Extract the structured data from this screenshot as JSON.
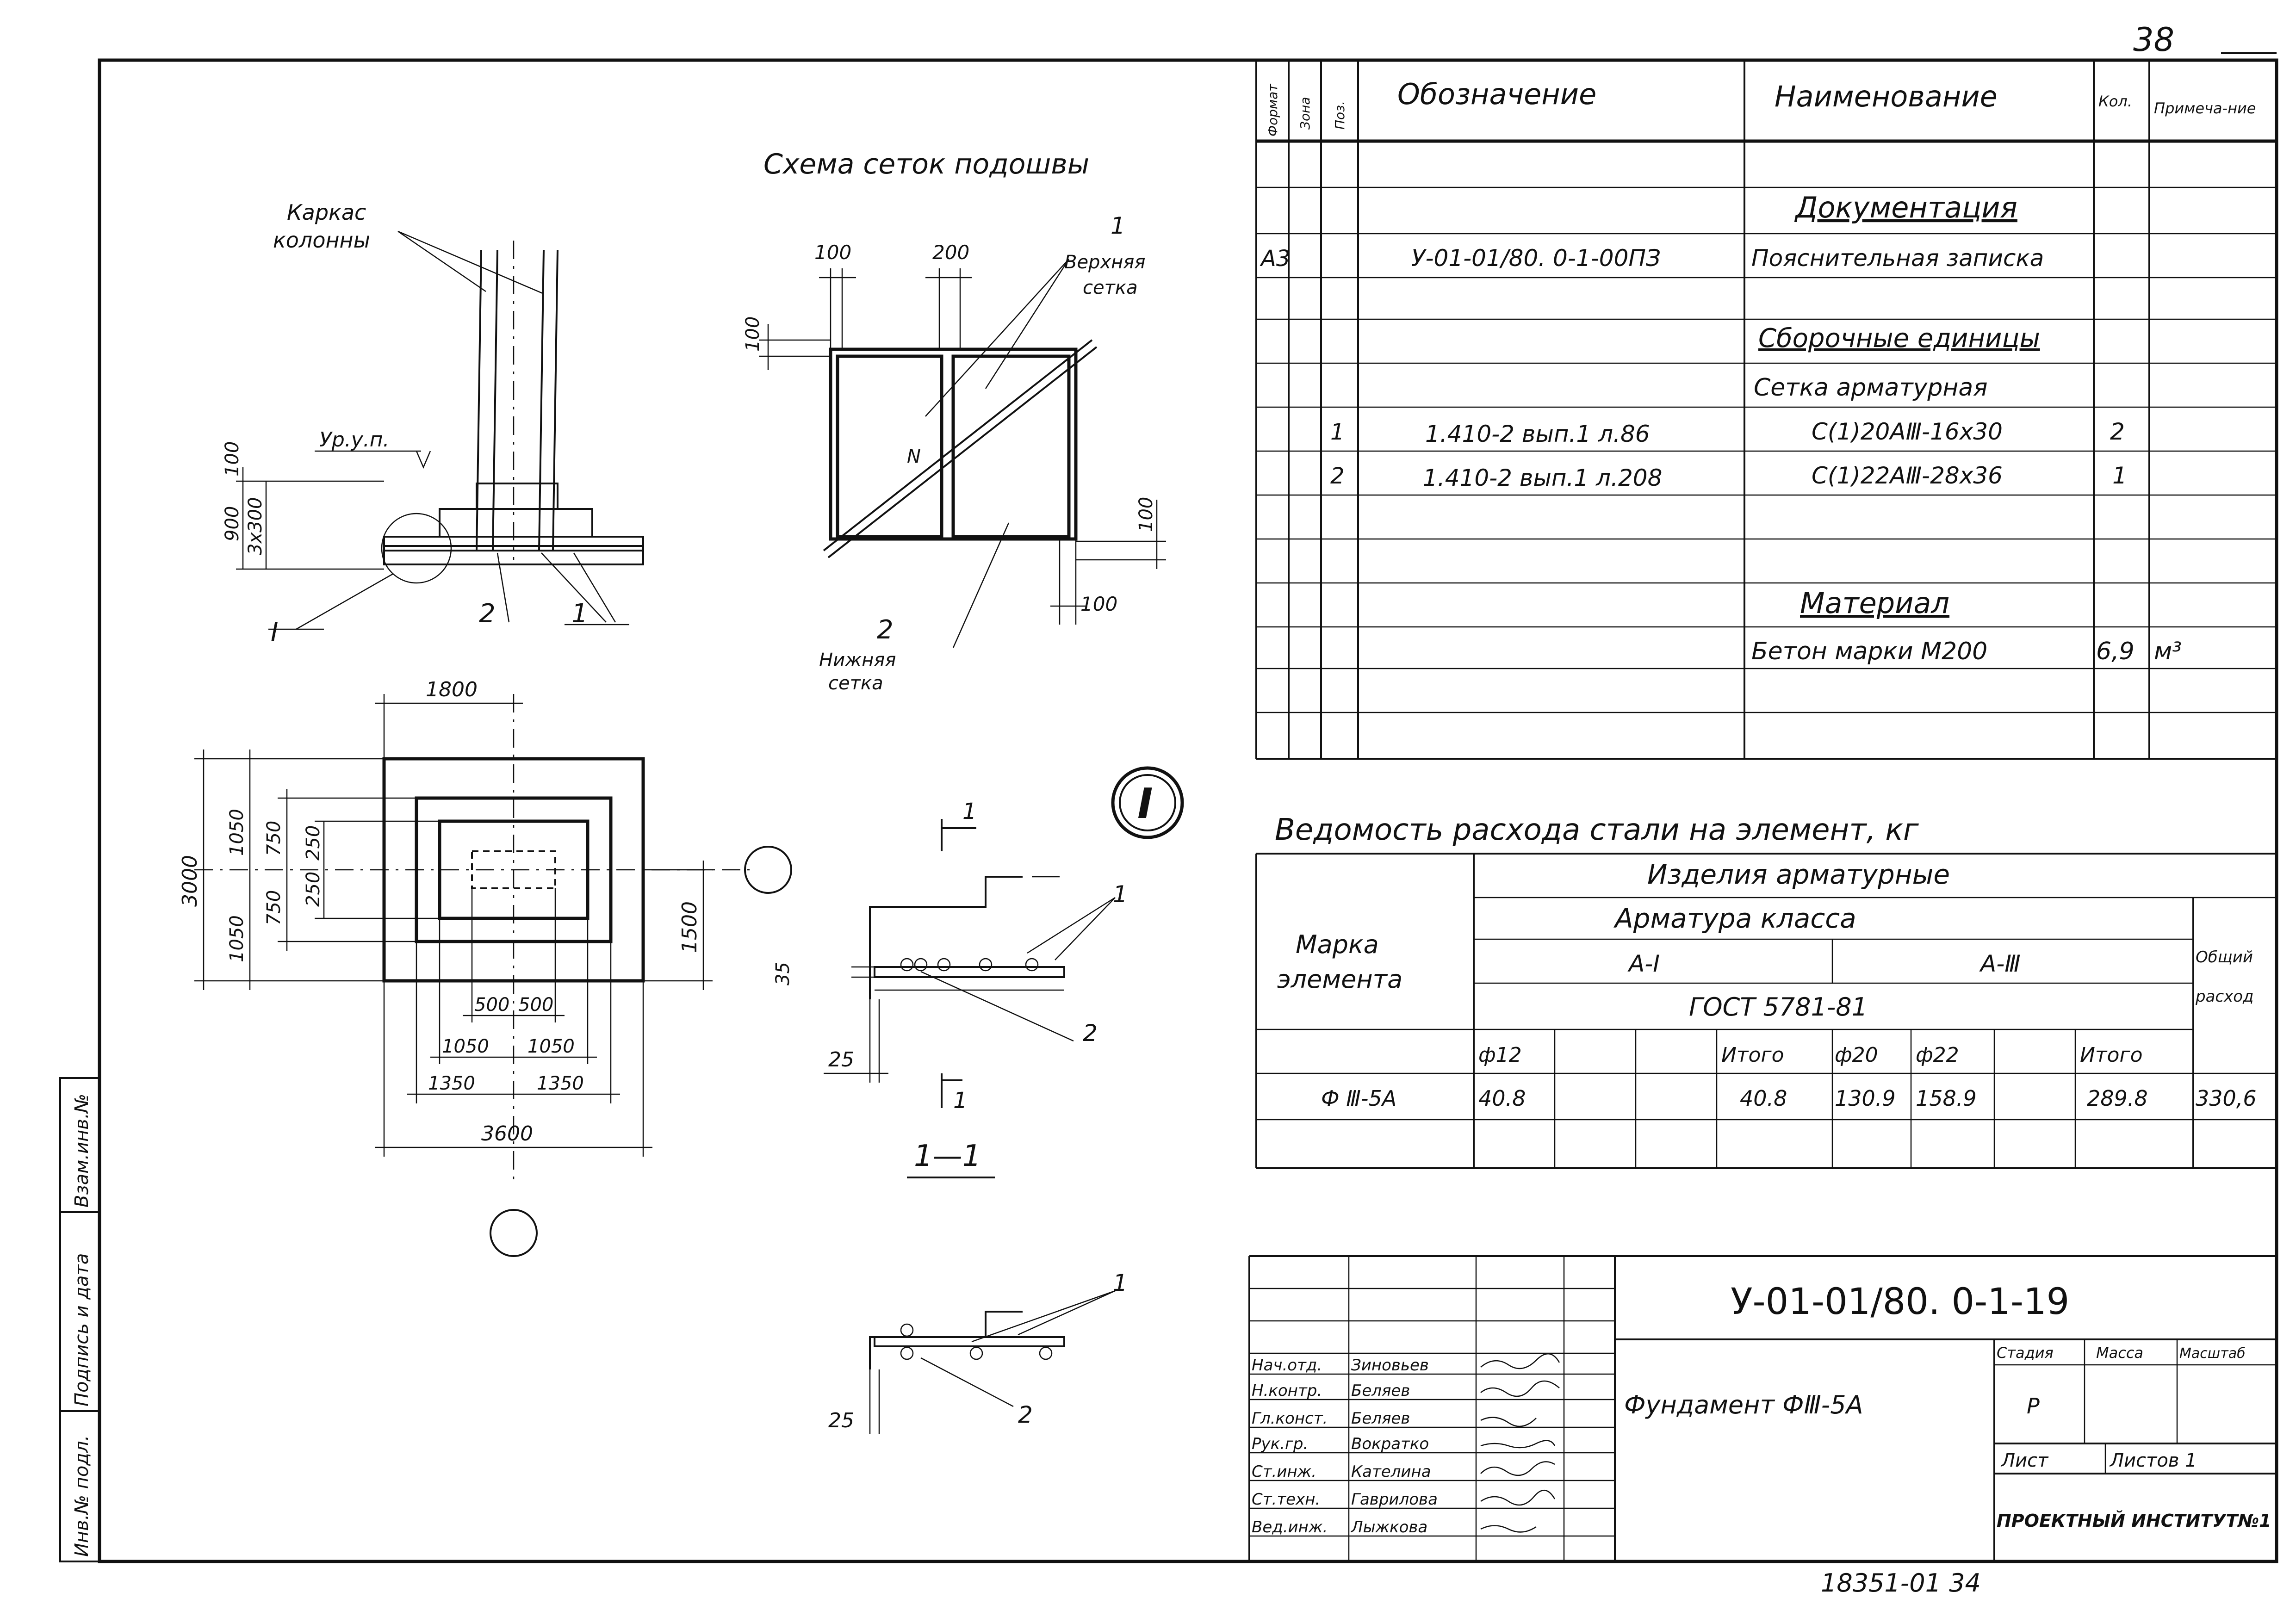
{
  "corner": {
    "sheet_number": "38"
  },
  "plan_title": "Схема сеток подошвы",
  "elevation": {
    "label_frame": "Каркас",
    "label_frame2": "колонны",
    "level_label": "Ур.у.п.",
    "dim_900": "900",
    "dim_100": "100",
    "dim_3x300": "3x300",
    "callout_I": "I",
    "pos_2": "2",
    "pos_1": "1"
  },
  "mesh_scheme": {
    "dim_100_top": "100",
    "dim_200": "200",
    "dim_100_left": "100",
    "dim_100_right": "100",
    "dim_100_bottom": "100",
    "pos_1": "1",
    "upper_mesh_1": "Верхняя",
    "upper_mesh_2": "сетка",
    "pos_2": "2",
    "lower_mesh_1": "Нижняя",
    "lower_mesh_2": "сетка",
    "center_mark": "N"
  },
  "plan": {
    "dim_1800": "1800",
    "dim_3000": "3000",
    "dim_1050a": "1050",
    "dim_1050b": "1050",
    "dim_750a": "750",
    "dim_750b": "750",
    "dim_250a": "250",
    "dim_250b": "250",
    "dim_1500": "1500",
    "dim_500a": "500",
    "dim_500b": "500",
    "dim_1050c": "1050",
    "dim_1050d": "1050",
    "dim_1350a": "1350",
    "dim_1350b": "1350",
    "dim_3600": "3600"
  },
  "detail": {
    "node_label": "I",
    "section_1": "1",
    "pos_1": "1",
    "pos_2": "2",
    "dim_35": "35",
    "dim_25": "25",
    "section_title": "1—1",
    "lower_pos_1": "1",
    "lower_pos_2": "2",
    "lower_dim_25": "25"
  },
  "spec": {
    "headers": {
      "format": "Формат",
      "zone": "Зона",
      "pos": "Поз.",
      "designation": "Обозначение",
      "name": "Наименование",
      "qty": "Кол.",
      "note": "Примеча-ние"
    },
    "section_docs": "Документация",
    "doc_row": {
      "format": "А3",
      "designation": "У-01-01/80. 0-1-00ПЗ",
      "name": "Пояснительная записка"
    },
    "section_assembly": "Сборочные единицы",
    "assembly_sub": "Сетка арматурная",
    "rows": [
      {
        "pos": "1",
        "designation": "1.410-2 вып.1 л.86",
        "name": "С(1)20АⅢ-16x30",
        "qty": "2"
      },
      {
        "pos": "2",
        "designation": "1.410-2 вып.1 л.208",
        "name": "С(1)22АⅢ-28x36",
        "qty": "1"
      }
    ],
    "section_material": "Материал",
    "material_row": {
      "name": "Бетон марки М200",
      "qty": "6,9",
      "note": "м³"
    }
  },
  "steel": {
    "title": "Ведомость расхода стали на элемент, кг",
    "products": "Изделия арматурные",
    "armatura": "Арматура класса",
    "class_a1": "А-I",
    "class_a3": "А-Ⅲ",
    "gost": "ГОСТ 5781-81",
    "mark_label_1": "Марка",
    "mark_label_2": "элемента",
    "total_label_1": "Общий",
    "total_label_2": "расход",
    "cols": [
      "ф12",
      "",
      "",
      "Итого",
      "ф20",
      "ф22",
      "",
      "Итого"
    ],
    "row": {
      "mark": "Ф Ⅲ-5А",
      "values": [
        "40.8",
        "",
        "",
        "40.8",
        "130.9",
        "158.9",
        "",
        "289.8"
      ],
      "total": "330,6"
    }
  },
  "stamp": {
    "code": "У-01-01/80. 0-1-19",
    "title": "Фундамент ФⅢ-5А",
    "stage_label": "Стадия",
    "mass_label": "Масса",
    "scale_label": "Масштаб",
    "stage_value": "Р",
    "sheet_label": "Лист",
    "sheets_label": "Листов 1",
    "institute": "ПРОЕКТНЫЙ ИНСТИТУТ№1",
    "people": [
      {
        "role": "Нач.отд.",
        "name": "Зиновьев"
      },
      {
        "role": "Н.контр.",
        "name": "Беляев"
      },
      {
        "role": "Гл.конст.",
        "name": "Беляев"
      },
      {
        "role": "Рук.гр.",
        "name": "Вократко"
      },
      {
        "role": "Ст.инж.",
        "name": "Кателина"
      },
      {
        "role": "Ст.техн.",
        "name": "Гаврилова"
      },
      {
        "role": "Вед.инж.",
        "name": "Лыжкова"
      }
    ]
  },
  "side": {
    "a": "Взам.инв.№",
    "b": "Подпись и дата",
    "c": "Инв.№ подл."
  },
  "footer": {
    "archive": "18351-01 34"
  }
}
